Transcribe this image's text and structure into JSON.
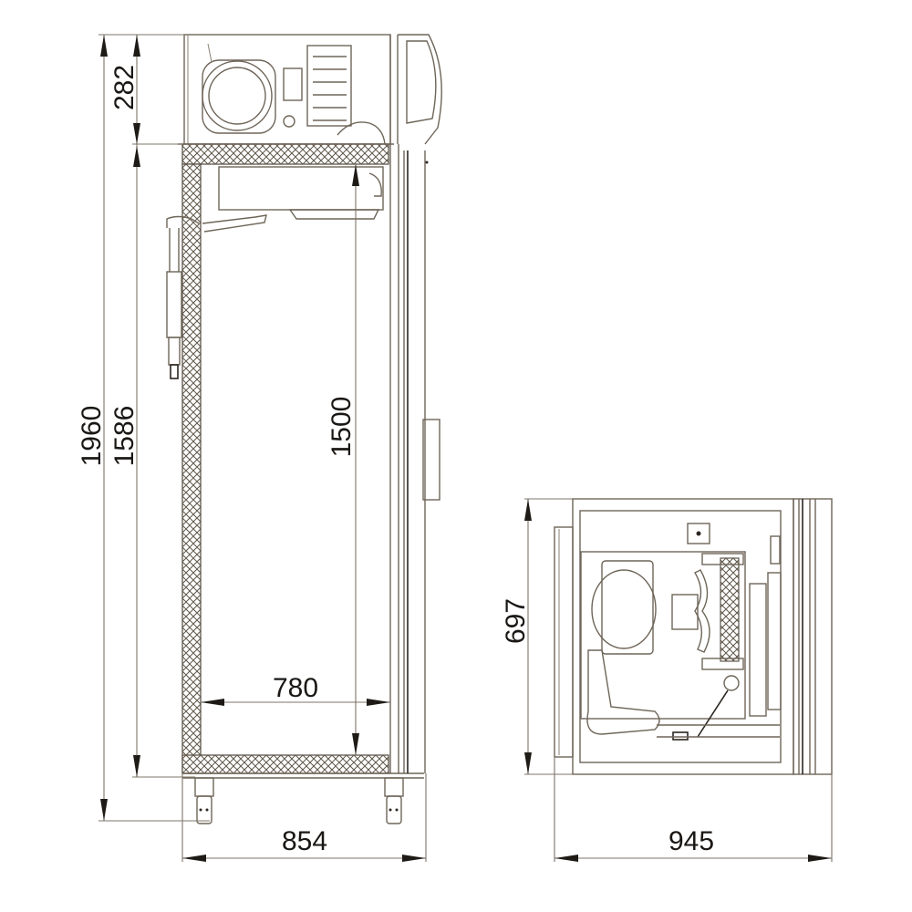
{
  "drawing": {
    "title": "Refrigerator cabinet dimensional drawing",
    "units": "mm",
    "line_color": "#6e6558",
    "text_color": "#1a1714",
    "front_view": {
      "dimensions": {
        "total_height": "1960",
        "cabinet_height": "1586",
        "top_unit_height": "282",
        "interior_height": "1500",
        "interior_width": "780",
        "total_width": "854"
      }
    },
    "top_view": {
      "dimensions": {
        "depth": "697",
        "total_depth_with_door": "945"
      }
    }
  }
}
